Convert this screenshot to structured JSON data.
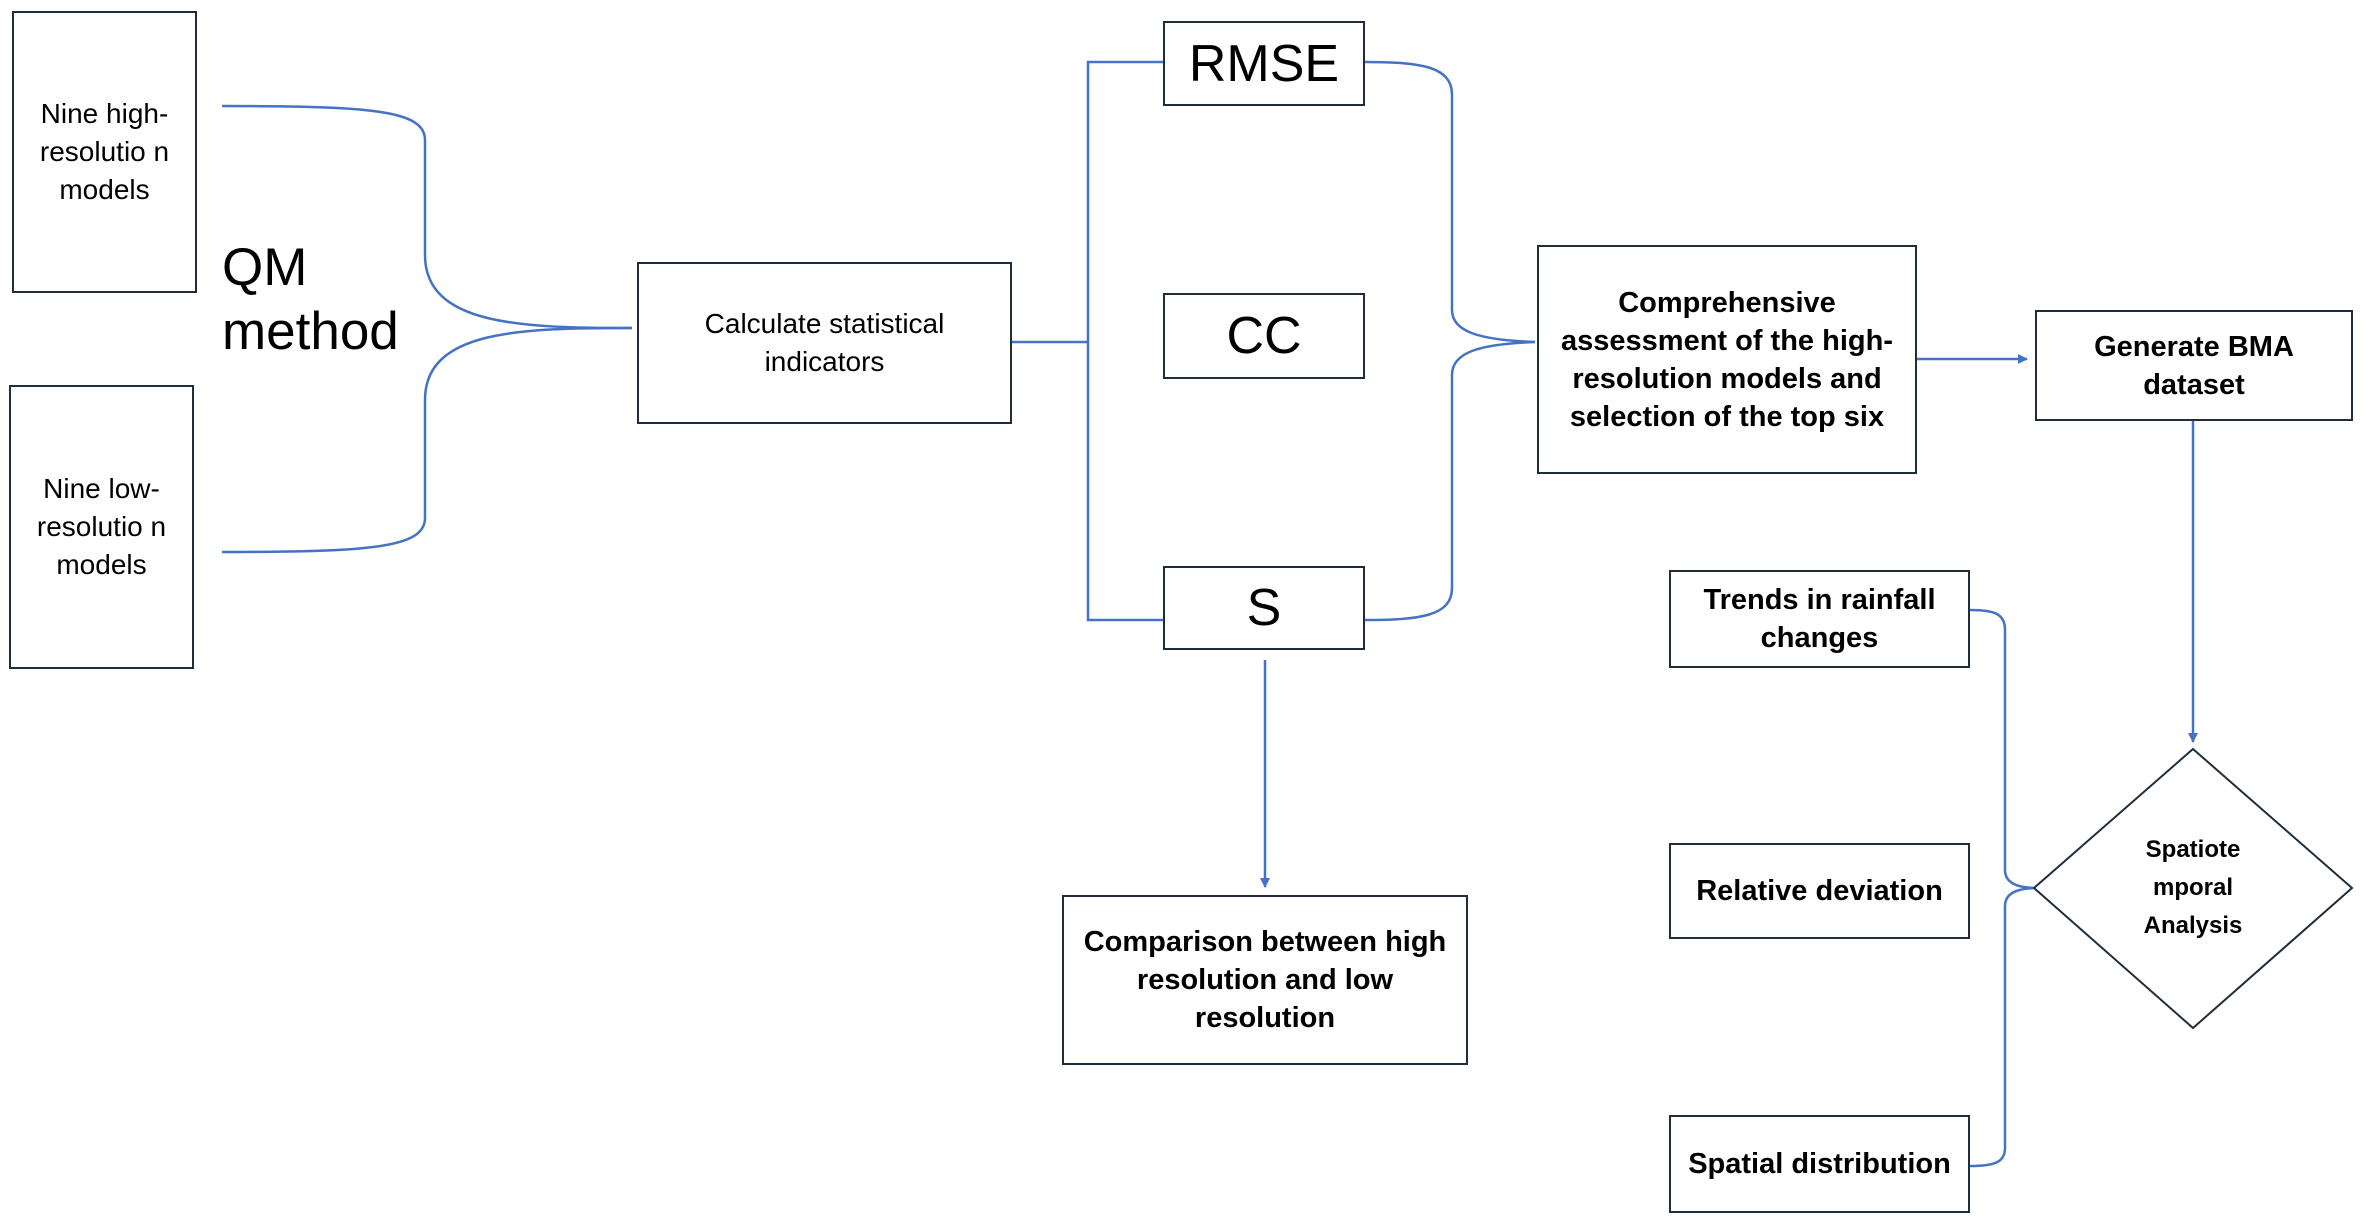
{
  "diagram": {
    "nodes": {
      "high_models": "Nine high-resolutio n models",
      "low_models": "Nine low-resolutio n models",
      "qm_method": "QM method",
      "calc_indicators": "Calculate statistical indicators",
      "rmse": "RMSE",
      "cc": "CC",
      "s": "S",
      "assessment": "Comprehensive assessment of the high-resolution models and selection of the top six",
      "bma": "Generate BMA dataset",
      "comparison": "Comparison between high resolution and low resolution",
      "trends": "Trends in rainfall changes",
      "relative_deviation": "Relative deviation",
      "spatial_distribution": "Spatial distribution",
      "spatiotemporal": "Spatiote mporal Analysis"
    },
    "colors": {
      "connector": "#4472c4",
      "box_border": "#1f2d3d"
    }
  }
}
